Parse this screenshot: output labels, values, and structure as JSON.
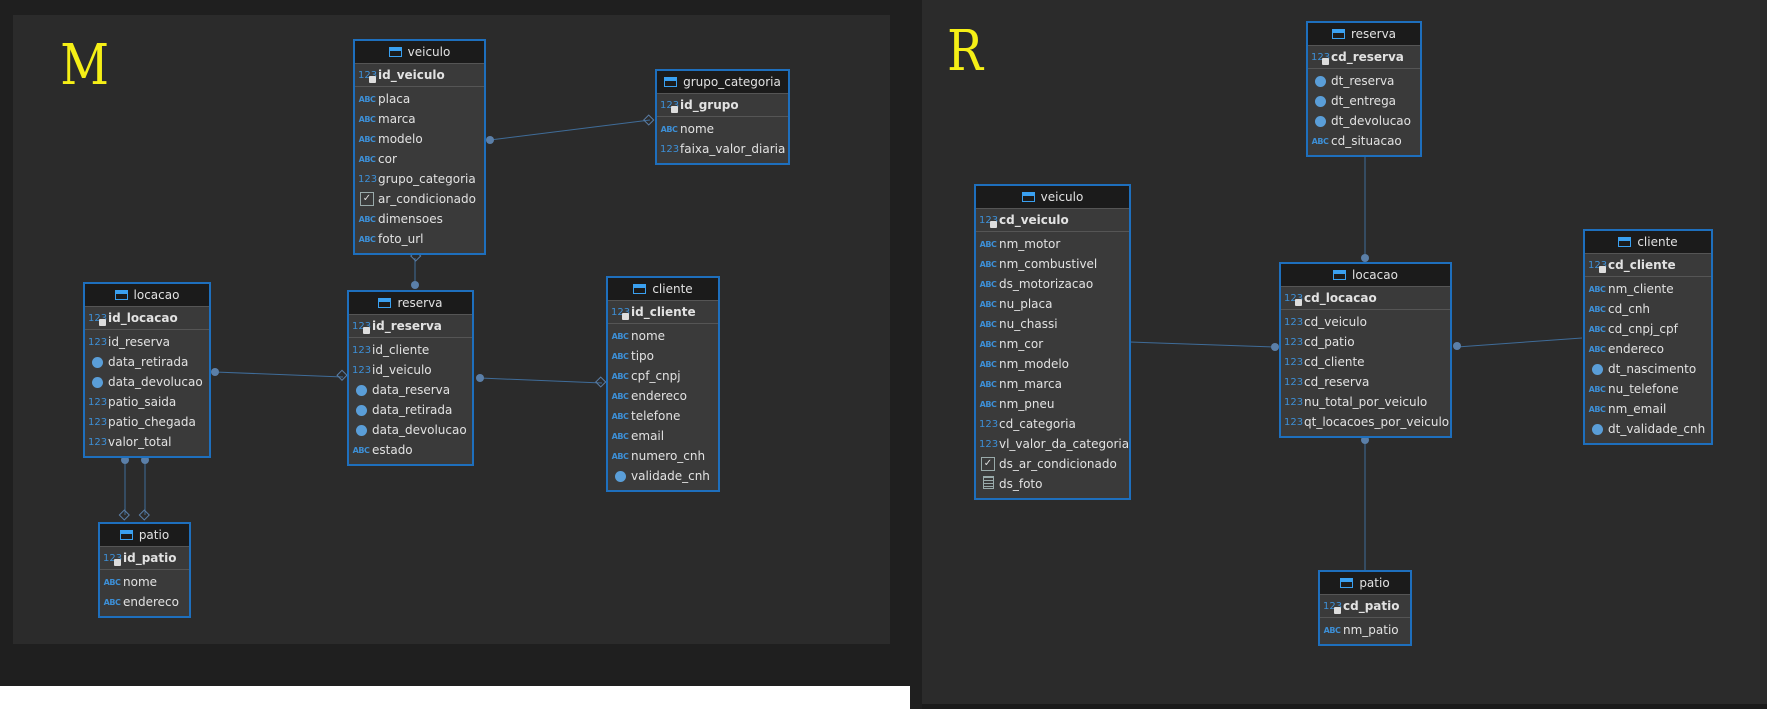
{
  "left_label": "M",
  "right_label": "R",
  "model_m": {
    "veiculo": {
      "name": "veiculo",
      "pk": {
        "type": "num",
        "name": "id_veiculo"
      },
      "columns": [
        {
          "type": "abc",
          "name": "placa"
        },
        {
          "type": "abc",
          "name": "marca"
        },
        {
          "type": "abc",
          "name": "modelo"
        },
        {
          "type": "abc",
          "name": "cor"
        },
        {
          "type": "num",
          "name": "grupo_categoria"
        },
        {
          "type": "check",
          "name": "ar_condicionado"
        },
        {
          "type": "abc",
          "name": "dimensoes"
        },
        {
          "type": "abc",
          "name": "foto_url"
        }
      ]
    },
    "grupo_categoria": {
      "name": "grupo_categoria",
      "pk": {
        "type": "num",
        "name": "id_grupo"
      },
      "columns": [
        {
          "type": "abc",
          "name": "nome"
        },
        {
          "type": "num",
          "name": "faixa_valor_diaria"
        }
      ]
    },
    "locacao": {
      "name": "locacao",
      "pk": {
        "type": "num",
        "name": "id_locacao"
      },
      "columns": [
        {
          "type": "num",
          "name": "id_reserva"
        },
        {
          "type": "clock",
          "name": "data_retirada"
        },
        {
          "type": "clock",
          "name": "data_devolucao"
        },
        {
          "type": "num",
          "name": "patio_saida"
        },
        {
          "type": "num",
          "name": "patio_chegada"
        },
        {
          "type": "num",
          "name": "valor_total"
        }
      ]
    },
    "reserva": {
      "name": "reserva",
      "pk": {
        "type": "num",
        "name": "id_reserva"
      },
      "columns": [
        {
          "type": "num",
          "name": "id_cliente"
        },
        {
          "type": "num",
          "name": "id_veiculo"
        },
        {
          "type": "clock",
          "name": "data_reserva"
        },
        {
          "type": "clock",
          "name": "data_retirada"
        },
        {
          "type": "clock",
          "name": "data_devolucao"
        },
        {
          "type": "abc",
          "name": "estado"
        }
      ]
    },
    "cliente": {
      "name": "cliente",
      "pk": {
        "type": "num",
        "name": "id_cliente"
      },
      "columns": [
        {
          "type": "abc",
          "name": "nome"
        },
        {
          "type": "abc",
          "name": "tipo"
        },
        {
          "type": "abc",
          "name": "cpf_cnpj"
        },
        {
          "type": "abc",
          "name": "endereco"
        },
        {
          "type": "abc",
          "name": "telefone"
        },
        {
          "type": "abc",
          "name": "email"
        },
        {
          "type": "abc",
          "name": "numero_cnh"
        },
        {
          "type": "clock",
          "name": "validade_cnh"
        }
      ]
    },
    "patio": {
      "name": "patio",
      "pk": {
        "type": "num",
        "name": "id_patio"
      },
      "columns": [
        {
          "type": "abc",
          "name": "nome"
        },
        {
          "type": "abc",
          "name": "endereco"
        }
      ]
    }
  },
  "model_r": {
    "reserva": {
      "name": "reserva",
      "pk": {
        "type": "num",
        "name": "cd_reserva"
      },
      "columns": [
        {
          "type": "clock",
          "name": "dt_reserva"
        },
        {
          "type": "clock",
          "name": "dt_entrega"
        },
        {
          "type": "clock",
          "name": "dt_devolucao"
        },
        {
          "type": "abc",
          "name": "cd_situacao"
        }
      ]
    },
    "veiculo": {
      "name": "veiculo",
      "pk": {
        "type": "num",
        "name": "cd_veiculo"
      },
      "columns": [
        {
          "type": "abc",
          "name": "nm_motor"
        },
        {
          "type": "abc",
          "name": "nm_combustivel"
        },
        {
          "type": "abc",
          "name": "ds_motorizacao"
        },
        {
          "type": "abc",
          "name": "nu_placa"
        },
        {
          "type": "abc",
          "name": "nu_chassi"
        },
        {
          "type": "abc",
          "name": "nm_cor"
        },
        {
          "type": "abc",
          "name": "nm_modelo"
        },
        {
          "type": "abc",
          "name": "nm_marca"
        },
        {
          "type": "abc",
          "name": "nm_pneu"
        },
        {
          "type": "num",
          "name": "cd_categoria"
        },
        {
          "type": "num",
          "name": "vl_valor_da_categoria"
        },
        {
          "type": "check",
          "name": "ds_ar_condicionado"
        },
        {
          "type": "doc",
          "name": "ds_foto"
        }
      ]
    },
    "locacao": {
      "name": "locacao",
      "pk": {
        "type": "num",
        "name": "cd_locacao"
      },
      "columns": [
        {
          "type": "num",
          "name": "cd_veiculo"
        },
        {
          "type": "num",
          "name": "cd_patio"
        },
        {
          "type": "num",
          "name": "cd_cliente"
        },
        {
          "type": "num",
          "name": "cd_reserva"
        },
        {
          "type": "num",
          "name": "nu_total_por_veiculo"
        },
        {
          "type": "num",
          "name": "qt_locacoes_por_veiculo"
        }
      ]
    },
    "cliente": {
      "name": "cliente",
      "pk": {
        "type": "num",
        "name": "cd_cliente"
      },
      "columns": [
        {
          "type": "abc",
          "name": "nm_cliente"
        },
        {
          "type": "abc",
          "name": "cd_cnh"
        },
        {
          "type": "abc",
          "name": "cd_cnpj_cpf"
        },
        {
          "type": "abc",
          "name": "endereco"
        },
        {
          "type": "clock",
          "name": "dt_nascimento"
        },
        {
          "type": "abc",
          "name": "nu_telefone"
        },
        {
          "type": "abc",
          "name": "nm_email"
        },
        {
          "type": "clock",
          "name": "dt_validade_cnh"
        }
      ]
    },
    "patio": {
      "name": "patio",
      "pk": {
        "type": "num",
        "name": "cd_patio"
      },
      "columns": [
        {
          "type": "abc",
          "name": "nm_patio"
        }
      ]
    }
  },
  "type_glyphs": {
    "abc": "ABC",
    "num": "123"
  },
  "colors": {
    "canvas": "#2b2b2b",
    "entity_border": "#1e6fbd",
    "entity_bg": "#3a3a3a",
    "header_bg": "#1b1b1b",
    "handwriting": "#f5ef16",
    "link": "#3f6c99"
  }
}
